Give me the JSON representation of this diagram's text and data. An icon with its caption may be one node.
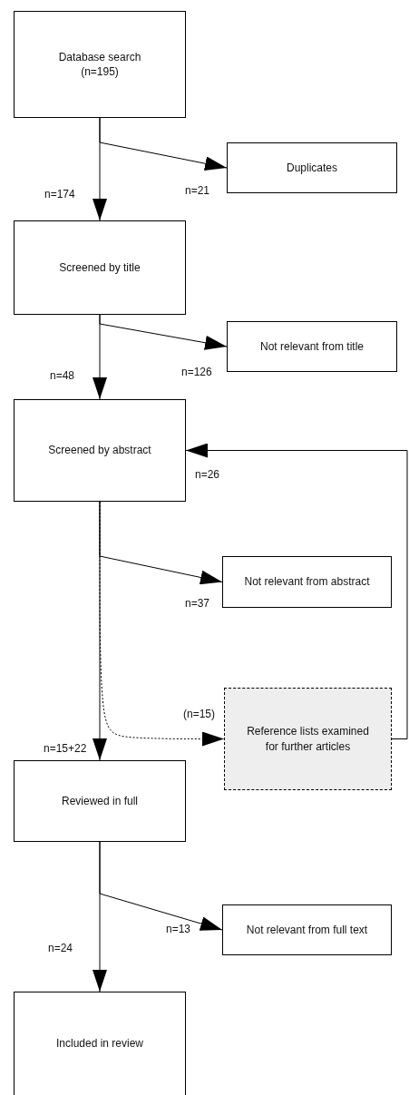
{
  "diagram": {
    "nodes": [
      {
        "text": [
          "Database search (n=195)"
        ]
      },
      {
        "text": [
          "Duplicates"
        ]
      },
      {
        "text": [
          "Screened by title"
        ]
      },
      {
        "text": [
          "Not relevant from title"
        ]
      },
      {
        "text": [
          "Screened by abstract"
        ]
      },
      {
        "text": [
          "Not relevant from abstract"
        ]
      },
      {
        "text": [
          "Reference lists examined for further articles"
        ]
      },
      {
        "text": [
          "Reviewed in full"
        ]
      },
      {
        "text": [
          "Not relevant from full text"
        ]
      },
      {
        "text": [
          "Included in review"
        ]
      }
    ],
    "edges": [
      {
        "from": 0,
        "to": 2,
        "arrow": "to",
        "label": "n=174"
      },
      {
        "from": 0,
        "to": 1,
        "arrow": "to",
        "label": "n=21"
      },
      {
        "from": 2,
        "to": 4,
        "arrow": "to",
        "label": "n=48"
      },
      {
        "from": 2,
        "to": 3,
        "arrow": "to",
        "label": "n=126"
      },
      {
        "from": 6,
        "to": 4,
        "arrow": "to",
        "label": "n=26"
      },
      {
        "from": 4,
        "to": 7,
        "arrow": "to",
        "label": "n=15+22"
      },
      {
        "from": 4,
        "to": 5,
        "arrow": "to",
        "label": "n=37"
      },
      {
        "from": 4,
        "to": 6,
        "arrow": "to",
        "label": "(n=15)",
        "style": "dashed"
      },
      {
        "from": 7,
        "to": 9,
        "arrow": "to",
        "label": "n=24"
      },
      {
        "from": 7,
        "to": 8,
        "arrow": "to",
        "label": "n=13"
      }
    ]
  }
}
